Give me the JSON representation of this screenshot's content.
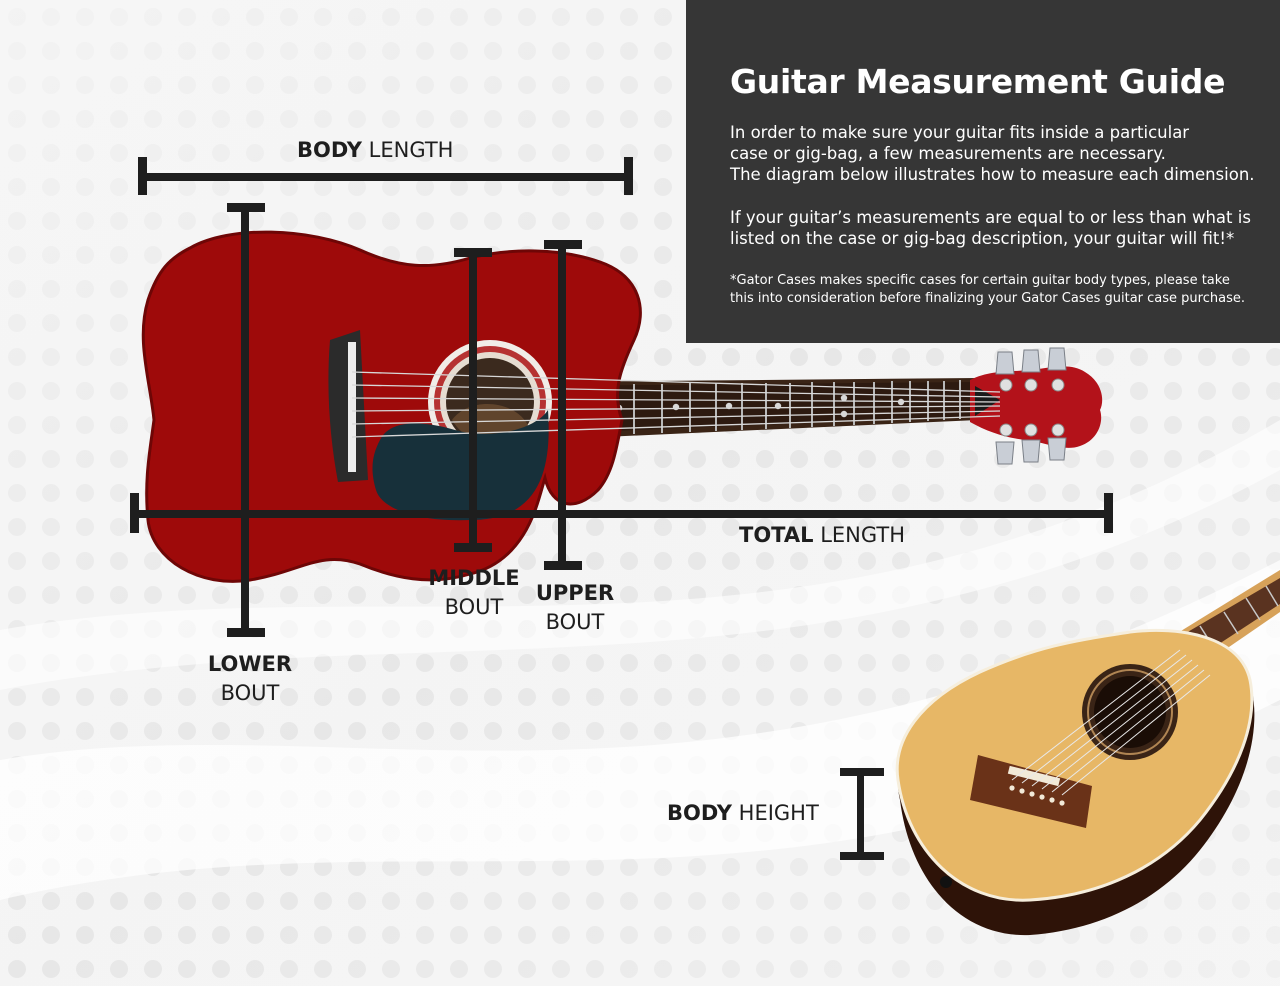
{
  "guide": {
    "title": "Guitar Measurement Guide",
    "para1_lines": [
      "In order to make sure your guitar fits inside a particular",
      "case or gig-bag, a few measurements are necessary.",
      "The diagram below illustrates how to measure each dimension."
    ],
    "para2_lines": [
      "If your guitar’s measurements are equal to or less than what is",
      "listed on the case or gig-bag description, your guitar will fit!*"
    ],
    "note_lines": [
      "*Gator Cases makes specific cases for certain guitar body types, please take",
      "this into consideration before finalizing your Gator Cases guitar case purchase."
    ]
  },
  "labels": {
    "body_length": {
      "bold": "BODY",
      "rest": "LENGTH"
    },
    "total_length": {
      "bold": "TOTAL",
      "rest": "LENGTH"
    },
    "lower_bout": {
      "bold": "LOWER",
      "rest": "BOUT"
    },
    "middle_bout": {
      "bold": "MIDDLE",
      "rest": "BOUT"
    },
    "upper_bout": {
      "bold": "UPPER",
      "rest": "BOUT"
    },
    "body_height": {
      "bold": "BODY",
      "rest": "HEIGHT"
    }
  },
  "colors": {
    "panel": "#363636",
    "red_body": "#9e0a0a",
    "natural_top": "#e9b96a",
    "rosewood": "#4a2a18",
    "marker": "#1e1e1e"
  }
}
